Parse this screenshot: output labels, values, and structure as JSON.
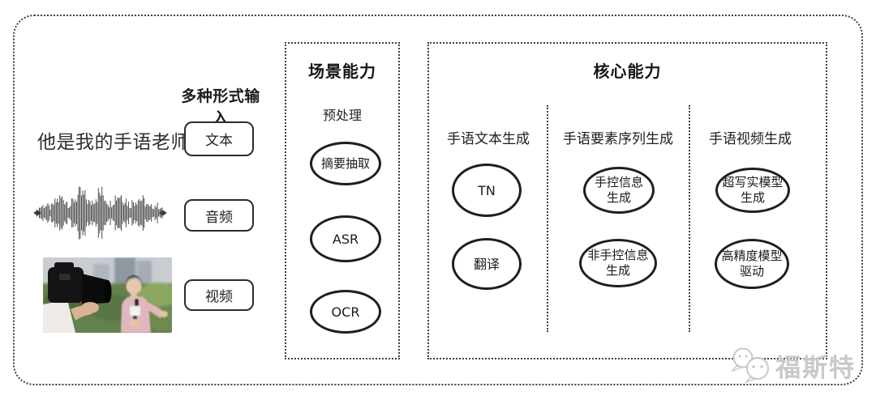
{
  "input_section": {
    "title": "多种形式输入",
    "sample_text": "他是我的手语老师",
    "items": [
      {
        "label": "文本"
      },
      {
        "label": "音频"
      },
      {
        "label": "视频"
      }
    ],
    "media_icons": {
      "waveform": "audio-waveform-image",
      "video_thumbnail": "reporter-interview-photo"
    }
  },
  "scene_box": {
    "title": "场景能力",
    "group_label": "预处理",
    "nodes": [
      {
        "label": "摘要抽取"
      },
      {
        "label": "ASR"
      },
      {
        "label": "OCR"
      }
    ]
  },
  "core_box": {
    "title": "核心能力",
    "columns": [
      {
        "header": "手语文本生成",
        "nodes": [
          {
            "label": "TN"
          },
          {
            "label": "翻译"
          }
        ]
      },
      {
        "header": "手语要素序列生成",
        "nodes": [
          {
            "label": "手控信息\n生成"
          },
          {
            "label": "非手控信息\n生成"
          }
        ]
      },
      {
        "header": "手语视频生成",
        "nodes": [
          {
            "label": "超写实模型\n生成"
          },
          {
            "label": "高精度模型\n驱动"
          }
        ]
      }
    ]
  },
  "watermark": {
    "text": "福斯特",
    "icon": "wechat-bubbles-icon",
    "color": "#c8c8c8"
  },
  "colors": {
    "line": "#3f3f3f",
    "node_stroke": "#1f1f1f",
    "background": "#ffffff"
  }
}
